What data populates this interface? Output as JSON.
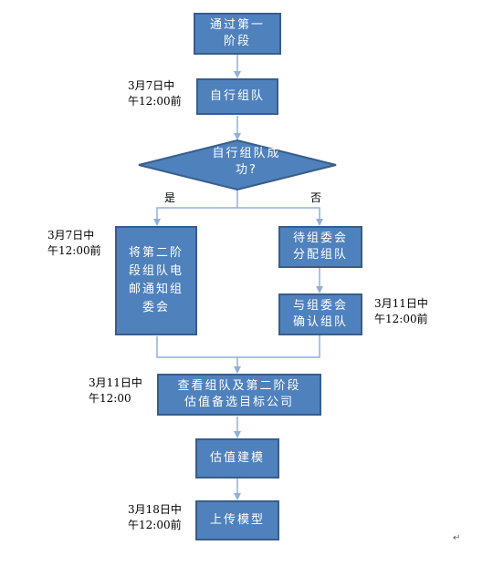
{
  "diagram": {
    "nodes": {
      "start": "通过第一\n阶段",
      "self_team": "自行组队",
      "decision": "自行组队成\n功?",
      "email_committee": "将第二阶\n段组队电\n邮通知组\n委会",
      "await_assign": "待组委会\n分配组队",
      "confirm_team": "与组委会\n确认组队",
      "view_team": "查看组队及第二阶段\n估值备选目标公司",
      "valuation": "估值建模",
      "upload": "上传模型"
    },
    "branches": {
      "yes": "是",
      "no": "否"
    },
    "notes": {
      "n1": "3月7日中\n午12:00前",
      "n2": "3月7日中\n午12:00前",
      "n3": "3月11日中\n午12:00前",
      "n4": "3月11日中\n午12:00",
      "n5": "3月18日中\n午12:00前"
    },
    "colors": {
      "fill": "#4f81bd",
      "border": "#385d8a",
      "arrow": "#8fb0d9",
      "text": "#ffffff"
    },
    "mark": "↵"
  }
}
